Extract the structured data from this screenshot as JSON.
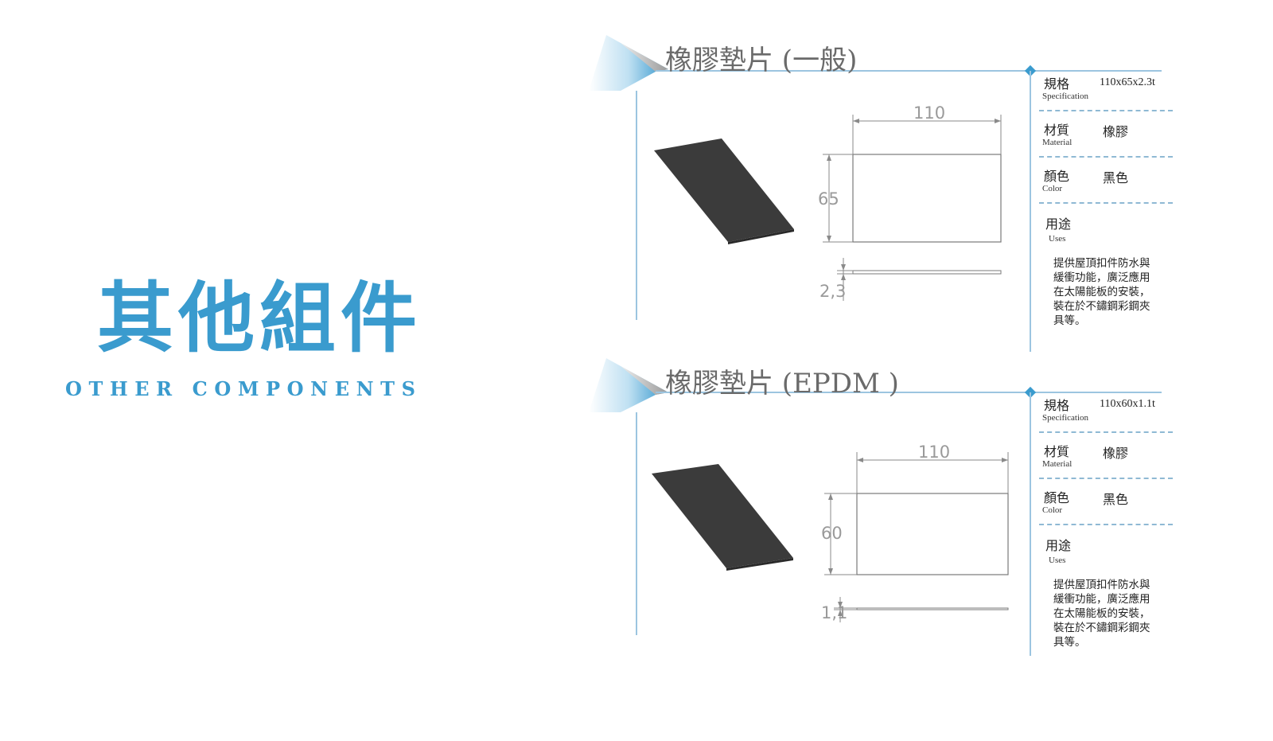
{
  "heading": {
    "title": "其他組件",
    "subtitle": "OTHER COMPONENTS"
  },
  "colors": {
    "accent": "#3a9bce",
    "line": "#9cc5e0",
    "rubber": "#3b3b3b"
  },
  "products": [
    {
      "title": "橡膠墊片 (一般)",
      "dimensions": {
        "length": "110",
        "width": "65",
        "thickness": "2,3"
      },
      "spec_label": "規格",
      "spec_label_en": "Specification",
      "spec_value": "110x65x2.3t",
      "material_label": "材質",
      "material_label_en": "Material",
      "material_value": "橡膠",
      "color_label": "顏色",
      "color_label_en": "Color",
      "color_value": "黑色",
      "uses_label": "用途",
      "uses_label_en": "Uses",
      "uses_value": "提供屋頂扣件防水與緩衝功能，廣泛應用在太陽能板的安裝，裝在於不鏽鋼彩鋼夾具等。"
    },
    {
      "title": "橡膠墊片 (EPDM )",
      "dimensions": {
        "length": "110",
        "width": "60",
        "thickness": "1,1"
      },
      "spec_label": "規格",
      "spec_label_en": "Specification",
      "spec_value": "110x60x1.1t",
      "material_label": "材質",
      "material_label_en": "Material",
      "material_value": "橡膠",
      "color_label": "顏色",
      "color_label_en": "Color",
      "color_value": "黑色",
      "uses_label": "用途",
      "uses_label_en": "Uses",
      "uses_value": "提供屋頂扣件防水與緩衝功能，廣泛應用在太陽能板的安裝，裝在於不鏽鋼彩鋼夾具等。"
    }
  ]
}
